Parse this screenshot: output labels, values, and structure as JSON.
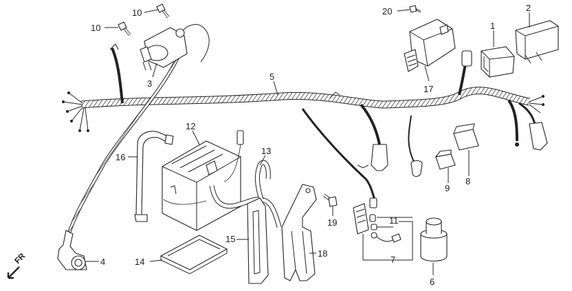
{
  "callouts": {
    "c1": "1",
    "c2": "2",
    "c3": "3",
    "c4": "4",
    "c5": "5",
    "c6": "6",
    "c7": "7",
    "c8": "8",
    "c9": "9",
    "c10a": "10",
    "c10b": "10",
    "c11": "11",
    "c12": "12",
    "c13": "13",
    "c14": "14",
    "c15": "15",
    "c16": "16",
    "c17": "17",
    "c18": "18",
    "c19": "19",
    "c20": "20"
  },
  "direction": {
    "label": "FR"
  }
}
